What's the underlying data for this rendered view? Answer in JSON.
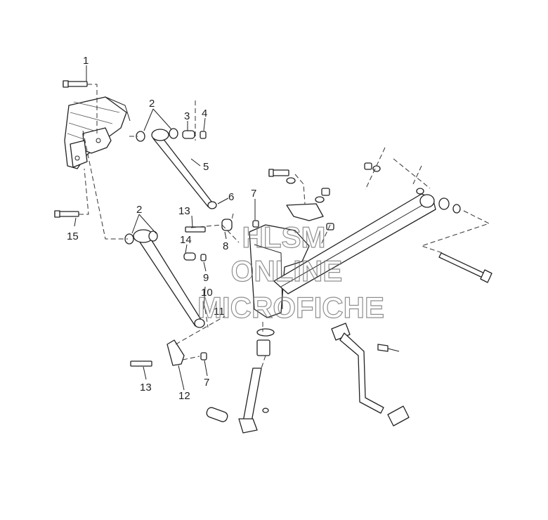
{
  "callouts": [
    "1",
    "2",
    "3",
    "4",
    "5",
    "2",
    "6",
    "7",
    "13",
    "15",
    "8",
    "14",
    "9",
    "10",
    "11",
    "13",
    "12",
    "7"
  ],
  "watermark": {
    "line1": "HLSM",
    "line2": "ONLINE",
    "line3": "MICROFICHE"
  }
}
